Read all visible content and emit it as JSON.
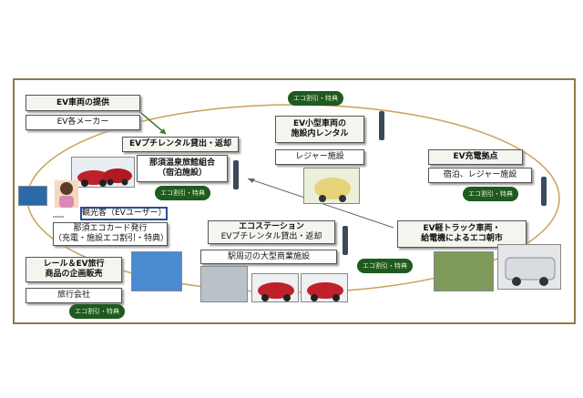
{
  "boxes": {
    "ev_supply": "EV車両の提供",
    "ev_makers": "EV各メーカー",
    "rental_head": "EVプチレンタル貸出・返却",
    "onsen_1": "那須温泉旅館組合",
    "onsen_2": "（宿泊施設）",
    "small_ev_1": "EV小型車両の",
    "small_ev_2": "施設内レンタル",
    "leisure": "レジャー施設",
    "charge_head": "EV充電拠点",
    "charge_sub": "宿泊、レジャー施設",
    "tourist": "観光客（EVユーザー）",
    "ecocard_1": "那須エコカード発行",
    "ecocard_2": "（充電・施設エコ割引・特典）",
    "eco_station": "エコステーション",
    "eco_station_sub": "EVプチレンタル貸出・返却",
    "station_mall": "駅周辺の大型商業施設",
    "truck_1": "EV軽トラック車両・",
    "truck_2": "給電機によるエコ朝市",
    "rail_1": "レール＆EV旅行",
    "rail_2": "商品の企画販売",
    "travel_agency": "旅行会社"
  },
  "eco_badge": "エコ割引・特典",
  "colors": {
    "frame": "#8b7d4a",
    "loop": "#c9a25a",
    "badge": "#1f5a1f",
    "car_red": "#c0202a"
  },
  "icons": [
    "ev-charger-icon",
    "tourist-avatar-icon",
    "ecocard-icon"
  ]
}
